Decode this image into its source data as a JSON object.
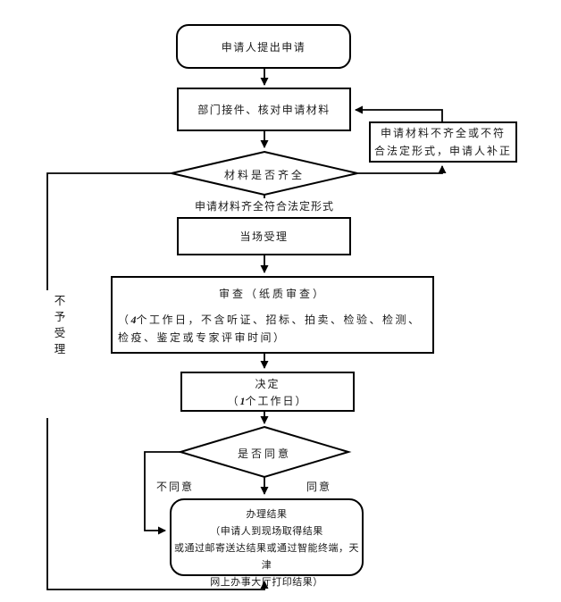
{
  "nodes": {
    "start": {
      "label": "申请人提出申请"
    },
    "receive": {
      "label": "部门接件、核对申请材料"
    },
    "supplement": {
      "line1": "申请材料不齐全或不符",
      "line2": "合法定形式，申请人补正"
    },
    "check_diamond": {
      "label": "材料是否齐全"
    },
    "complete_label": "申请材料齐全符合法定形式",
    "accept": {
      "label": "当场受理"
    },
    "review": {
      "title": "审查（纸质审查）",
      "note_open": "（",
      "note_days": "4",
      "note_rest": "个工作日，不含听证、招标、拍卖、检验、检测、检疫、鉴定或专家评审时间）"
    },
    "decide": {
      "title": "决定",
      "note_open": "（",
      "note_days": "1",
      "note_rest": "个工作日）"
    },
    "agree_diamond": {
      "label": "是否同意"
    },
    "disagree_label": "不同意",
    "agree_label": "同意",
    "result": {
      "line1": "办理结果",
      "line2": "（申请人到现场取得结果",
      "line3": "或通过邮寄送达结果或通过智能终端，天津",
      "line4": "网上办事大厅打印结果）"
    },
    "reject_label": "不\n予\n受\n理"
  },
  "colors": {
    "line": "#000000",
    "text": "#1a1a1a",
    "background": "#ffffff"
  }
}
